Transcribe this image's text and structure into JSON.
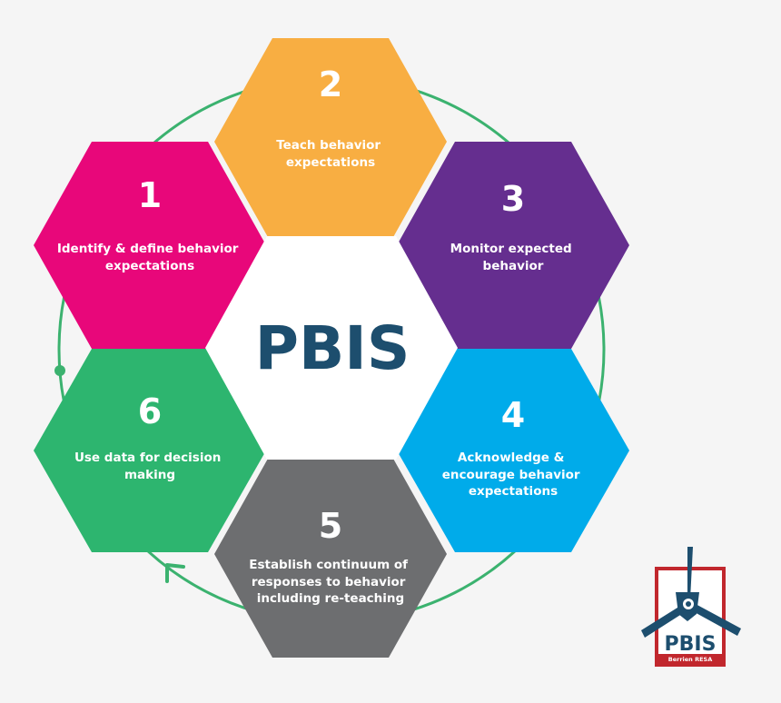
{
  "diagram": {
    "center_label": "PBIS",
    "steps": [
      {
        "number": "1",
        "lines": [
          "Identify & define behavior",
          "expectations"
        ],
        "color": "#e8077a"
      },
      {
        "number": "2",
        "lines": [
          "Teach behavior",
          "expectations"
        ],
        "color": "#f8ae42"
      },
      {
        "number": "3",
        "lines": [
          "Monitor expected",
          "behavior"
        ],
        "color": "#652e8f"
      },
      {
        "number": "4",
        "lines": [
          "Acknowledge &",
          "encourage behavior",
          "expectations"
        ],
        "color": "#00abea"
      },
      {
        "number": "5",
        "lines": [
          "Establish continuum of",
          "responses to behavior",
          "including re-teaching"
        ],
        "color": "#6d6e70"
      },
      {
        "number": "6",
        "lines": [
          "Use data for decision",
          "making"
        ],
        "color": "#2db56f"
      }
    ],
    "cycle_color": "#3bb26f"
  },
  "logo": {
    "title": "PBIS",
    "subtitle": "Berrien RESA",
    "border_color": "#c1272d",
    "mark_color": "#1d4e6e",
    "icon": "propeller-shield-icon"
  }
}
